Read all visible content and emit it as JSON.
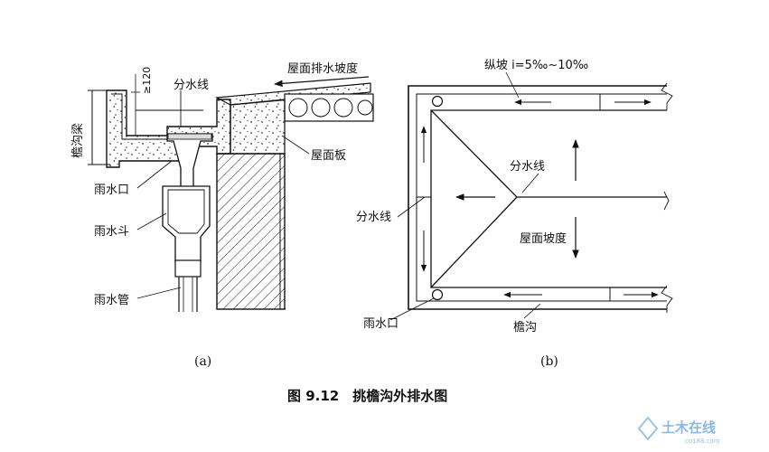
{
  "figure_a": {
    "roof_slope_label": "屋面排水坡度",
    "divide_line_label": "分水线",
    "dimension_label": "≥120",
    "gutter_beam_label": "檐沟梁",
    "roof_slab_label": "屋面板",
    "inlet_label": "雨水口",
    "hopper_label": "雨水斗",
    "pipe_label": "雨水管",
    "sublabel": "(a)"
  },
  "figure_b": {
    "long_slope_label": "纵坡 i=5‰~10‰",
    "divide_line_top_label": "分水线",
    "divide_line_left_label": "分水线",
    "roof_slope_label": "屋面坡度",
    "inlet_label": "雨水口",
    "gutter_label": "檐沟",
    "sublabel": "(b)"
  },
  "caption": "图 9.12　挑檐沟外排水图",
  "watermark": {
    "text": "土木在线",
    "url": "co188.com",
    "color": "#8bb8de"
  }
}
